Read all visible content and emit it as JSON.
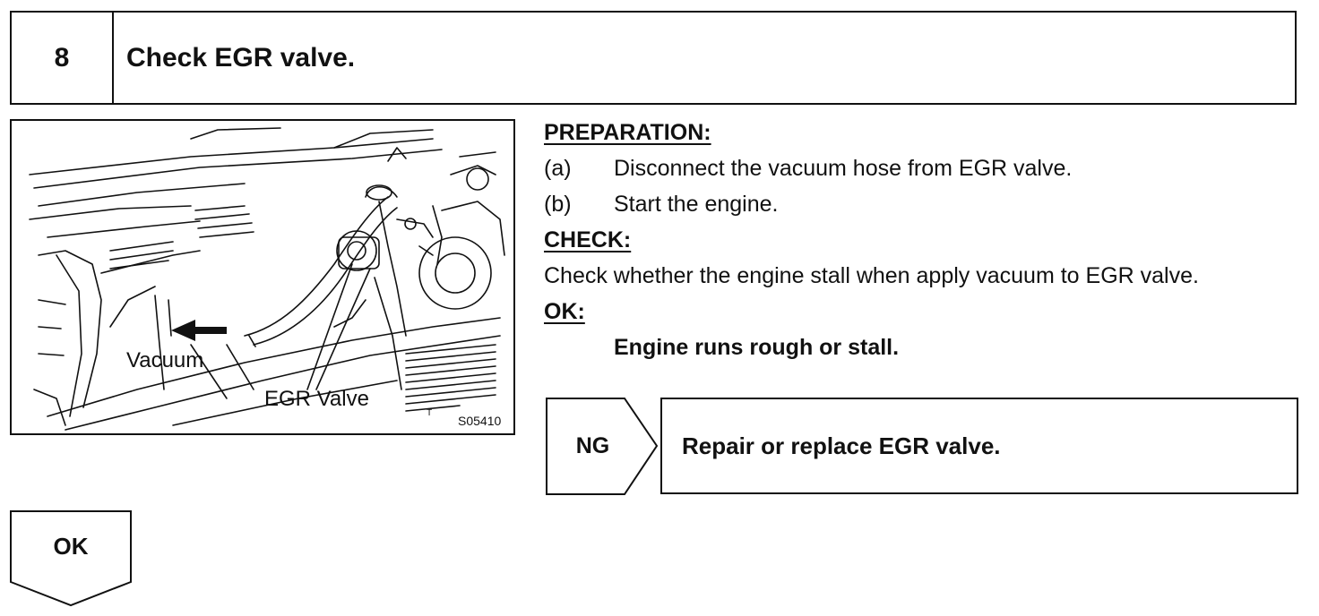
{
  "header": {
    "step_number": "8",
    "title": "Check EGR valve."
  },
  "figure": {
    "label_vacuum": "Vacuum",
    "label_egr_valve": "EGR Valve",
    "mark_t": "T",
    "code": "S05410"
  },
  "preparation": {
    "heading": "PREPARATION:",
    "items": [
      {
        "label": "(a)",
        "text": "Disconnect the vacuum hose from EGR valve."
      },
      {
        "label": "(b)",
        "text": "Start the engine."
      }
    ]
  },
  "check": {
    "heading": "CHECK:",
    "text": "Check whether the engine stall when apply vacuum to EGR valve."
  },
  "ok_criteria": {
    "heading": "OK:",
    "value": "Engine runs rough or stall."
  },
  "ng_branch": {
    "label": "NG",
    "action": "Repair or replace EGR valve."
  },
  "ok_branch": {
    "label": "OK"
  }
}
